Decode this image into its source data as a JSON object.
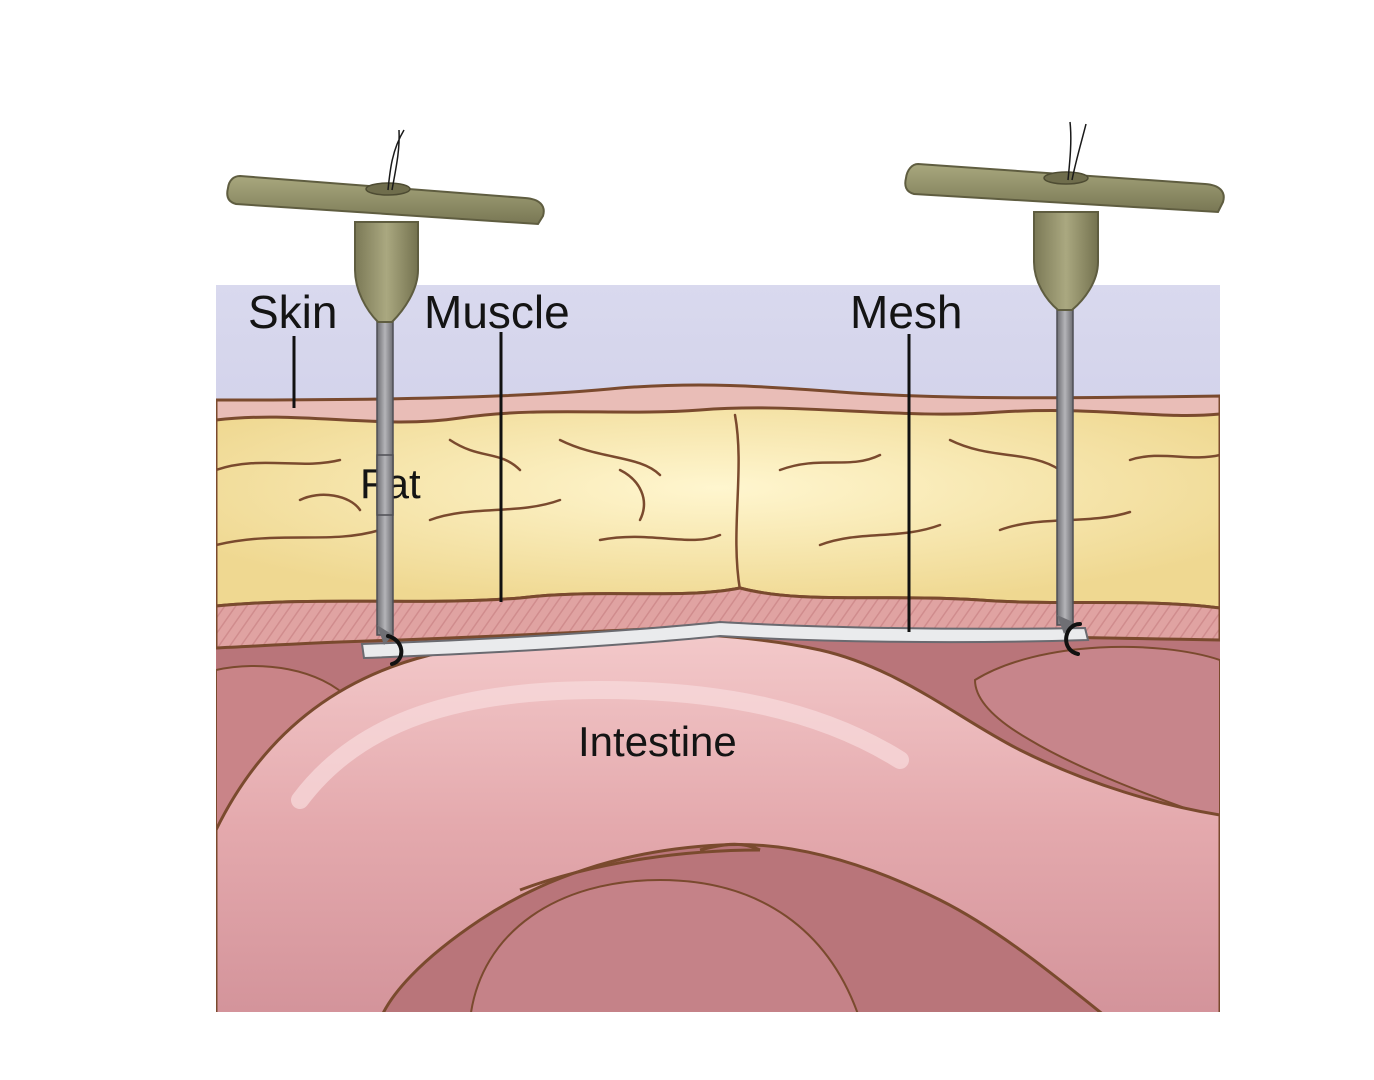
{
  "labels": {
    "skin": "Skin",
    "muscle": "Muscle",
    "mesh": "Mesh",
    "fat": "Fat",
    "intestine": "Intestine"
  },
  "colors": {
    "background": "#ffffff",
    "sky": "#c9c8e4",
    "skin": "#e9bdb7",
    "fat": "#f6e3a4",
    "muscle": "#e1a7a4",
    "mesh": "#e9eaec",
    "intestine": "#e7b1b4",
    "deep_tissue": "#b66f74",
    "device": "#8c8a63",
    "needle": "#8a8a8e",
    "outline": "#7a4a2e"
  }
}
